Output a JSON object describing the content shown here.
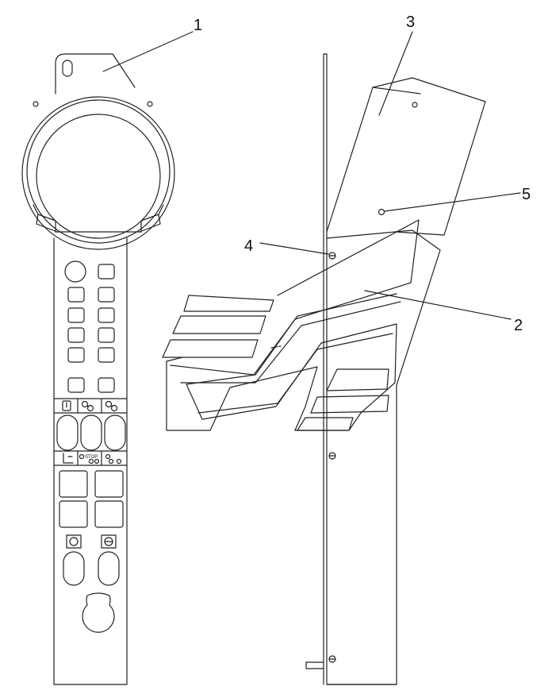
{
  "callouts": [
    {
      "id": "c1",
      "label": "1"
    },
    {
      "id": "c2",
      "label": "2"
    },
    {
      "id": "c3",
      "label": "3"
    },
    {
      "id": "c4",
      "label": "4"
    },
    {
      "id": "c5",
      "label": "5"
    }
  ],
  "panel_labels": {
    "stop": "STOP"
  },
  "icons": [
    "lamp-icon",
    "fan-icon",
    "fan-icon",
    "scale-icon",
    "stop-icon",
    "spin-icon",
    "spin-icon",
    "emergency-stop-icon"
  ],
  "colors": {
    "line": "#222222",
    "background": "#ffffff"
  }
}
